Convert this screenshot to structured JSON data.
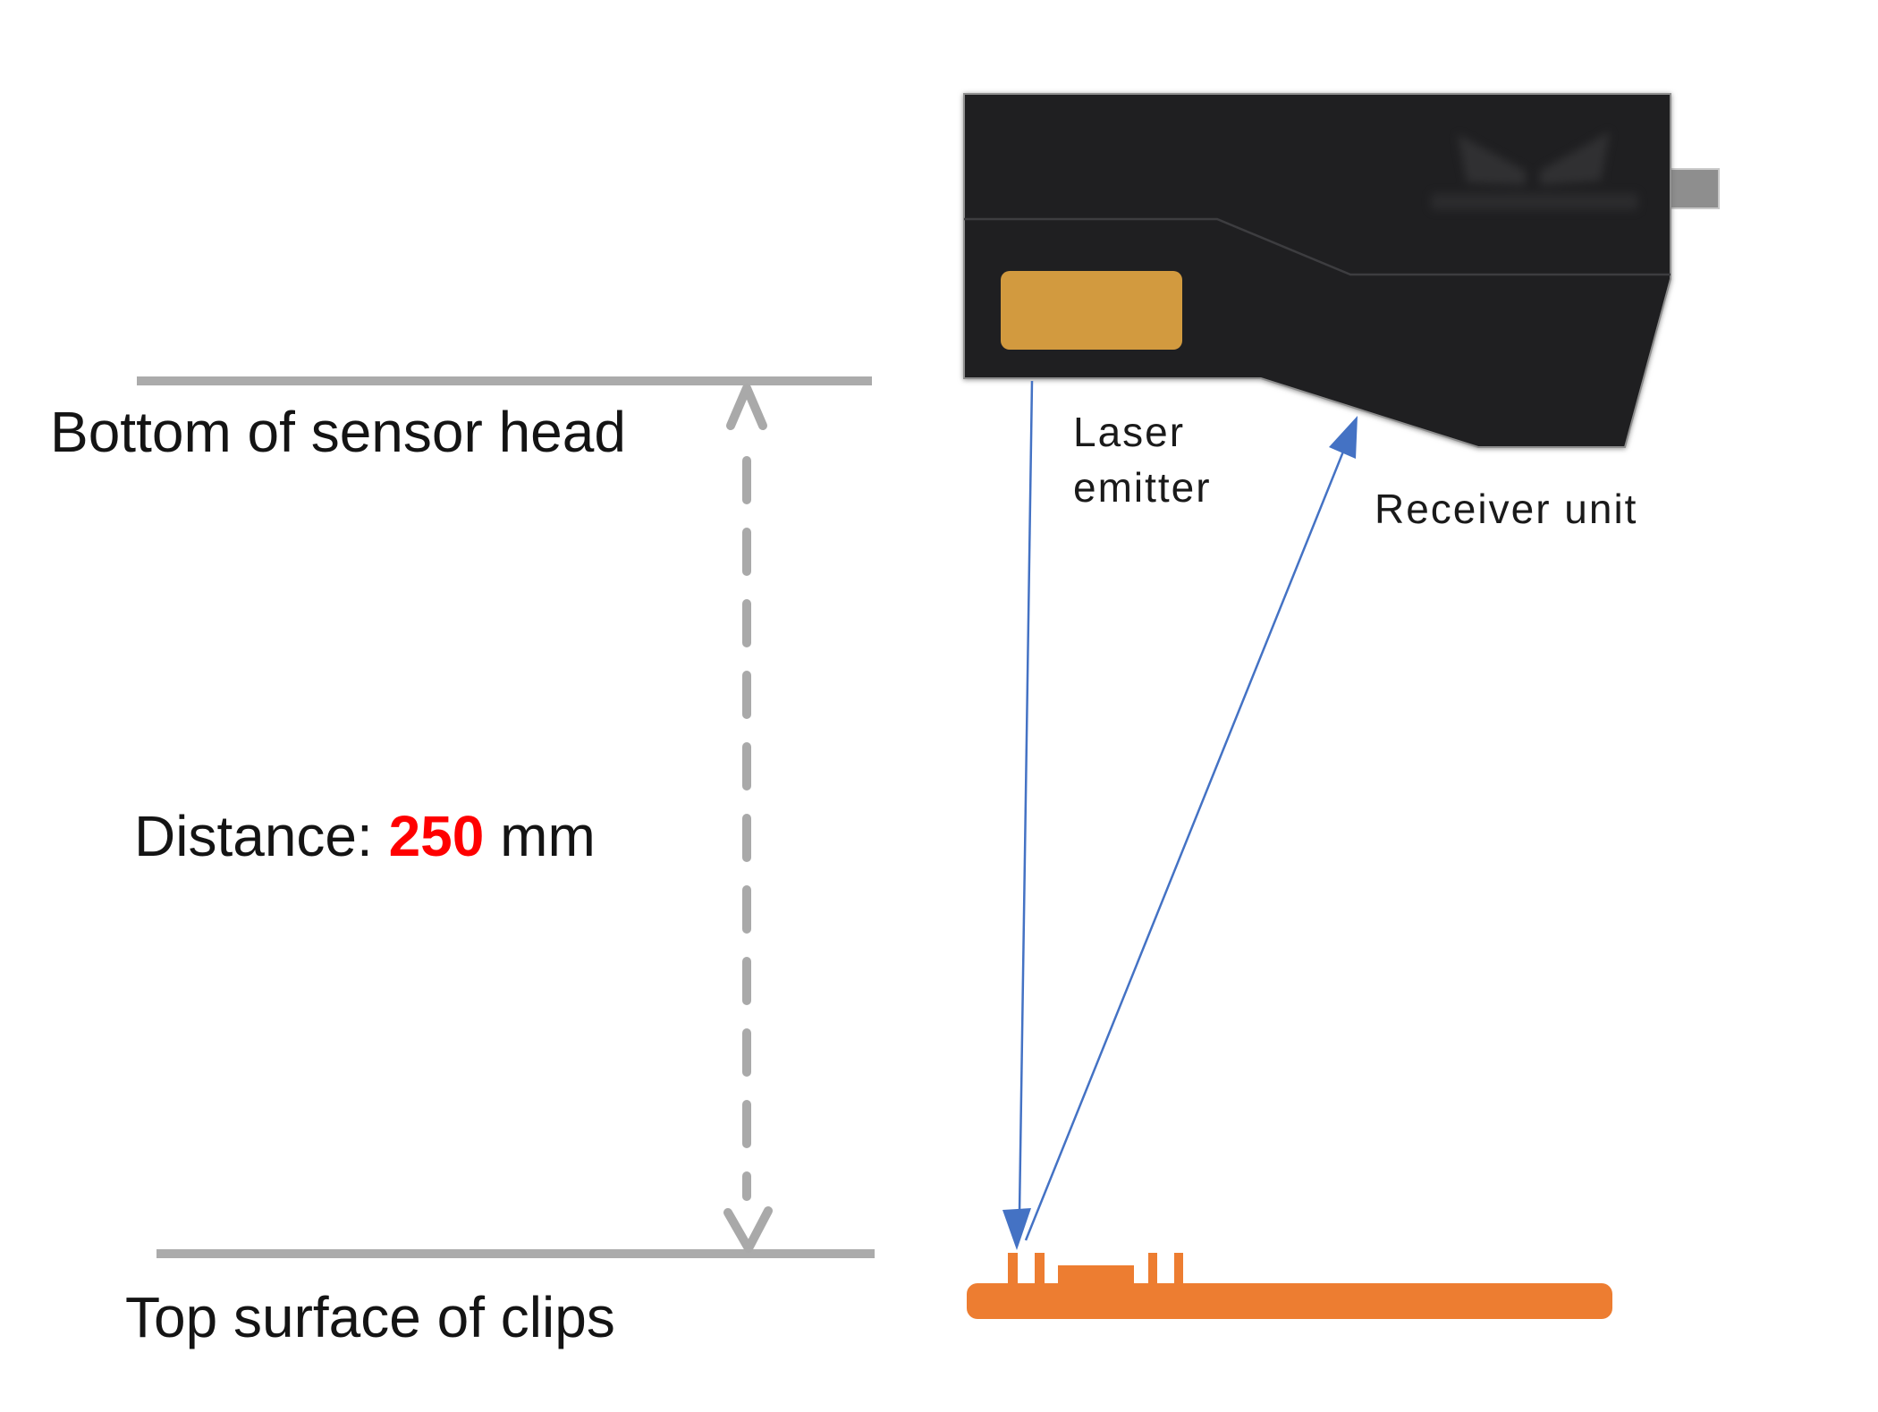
{
  "diagram": {
    "title_context": "Laser displacement sensor measuring distance to clips",
    "left_annotations": {
      "sensor_line_label": "Bottom of sensor head",
      "clips_line_label": "Top surface of clips",
      "distance": {
        "prefix": "Distance:",
        "value": "250",
        "unit": "mm"
      }
    },
    "device_annotations": {
      "laser_emitter_label": "Laser\nemitter",
      "receiver_unit_label": "Receiver unit"
    },
    "colors": {
      "device_body": "#1F1F21",
      "device_seam": "#3D3D40",
      "emitter_window_gold": "#D29A3F",
      "connector_tab_gray": "#8E8E8E",
      "beam_blue": "#4472C4",
      "board_orange": "#ED7D31",
      "guide_line_gray": "#ABABAB",
      "arrow_gray": "#A9A9A9",
      "distance_value_red": "#FF0000",
      "text_black": "#141414"
    }
  }
}
